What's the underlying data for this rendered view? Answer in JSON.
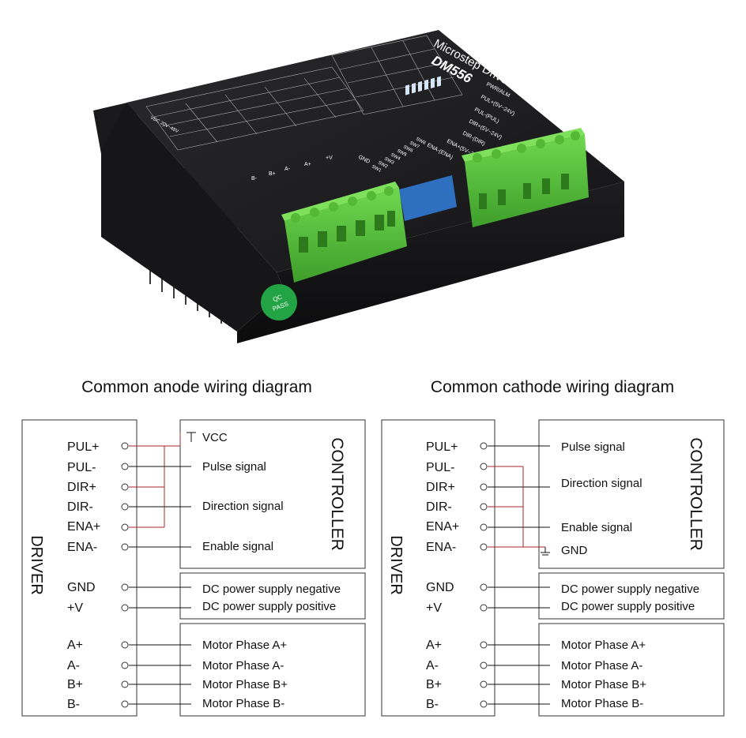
{
  "product": {
    "brand_text": "Microstep Driver",
    "model": "DM556",
    "qc_line1": "QC",
    "qc_line2": "PASS",
    "terminal_labels": [
      "PUL+(5V~24V)",
      "PUL-(PUL)",
      "DIR+(5V~24V)",
      "DIR-(DIR)",
      "ENA+(5V~24V)",
      "ENA-(ENA)"
    ],
    "switch_labels": [
      "SW1",
      "SW2",
      "SW3",
      "SW4",
      "SW5",
      "SW6",
      "SW7",
      "SW8"
    ],
    "power_labels": [
      "GND",
      "+V",
      "A+",
      "A-",
      "B+",
      "B-"
    ],
    "voltage_text": "VDC 20V~48V",
    "pwr_alm": "PWR/ALM",
    "colors": {
      "body": "#1c1c1e",
      "terminal": "#58c23e",
      "dip": "#3a86d8",
      "qc": "#22a344"
    }
  },
  "anode": {
    "title": "Common anode wiring diagram",
    "driver_label": "DRIVER",
    "controller_label": "CONTROLLER",
    "vcc": "VCC",
    "pins": [
      "PUL+",
      "PUL-",
      "DIR+",
      "DIR-",
      "ENA+",
      "ENA-",
      "GND",
      "+V",
      "A+",
      "A-",
      "B+",
      "B-"
    ],
    "signals": [
      "Pulse signal",
      "Direction signal",
      "Enable signal"
    ],
    "power": [
      "DC power supply negative",
      "DC power supply positive"
    ],
    "motor": [
      "Motor Phase A+",
      "Motor Phase A-",
      "Motor Phase B+",
      "Motor Phase B-"
    ]
  },
  "cathode": {
    "title": "Common cathode wiring diagram",
    "driver_label": "DRIVER",
    "controller_label": "CONTROLLER",
    "gnd": "GND",
    "pins": [
      "PUL+",
      "PUL-",
      "DIR+",
      "DIR-",
      "ENA+",
      "ENA-",
      "GND",
      "+V",
      "A+",
      "A-",
      "B+",
      "B-"
    ],
    "signals": [
      "Pulse signal",
      "Direction signal",
      "Enable signal"
    ],
    "power": [
      "DC power supply negative",
      "DC power supply positive"
    ],
    "motor": [
      "Motor Phase A+",
      "Motor Phase A-",
      "Motor Phase B+",
      "Motor Phase B-"
    ]
  }
}
